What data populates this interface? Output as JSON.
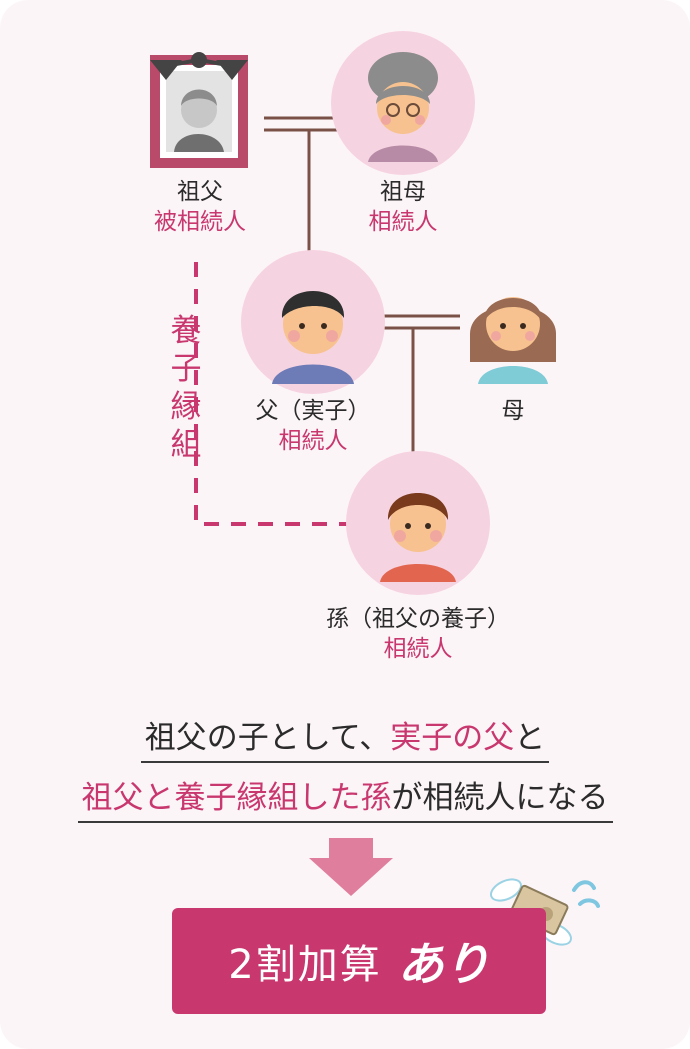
{
  "people": {
    "grandfather": {
      "name": "祖父",
      "role": "被相続人"
    },
    "grandmother": {
      "name": "祖母",
      "role": "相続人"
    },
    "father": {
      "name": "父（実子）",
      "role": "相続人"
    },
    "mother": {
      "name": "母",
      "role": ""
    },
    "grandchild": {
      "name": "孫（祖父の養子）",
      "role": "相続人"
    }
  },
  "adoption_label_chars": [
    "養",
    "子",
    "縁",
    "組"
  ],
  "sentence": {
    "line1": {
      "part1": "祖父の子として、",
      "highlight": "実子の父",
      "part2": "と"
    },
    "line2": {
      "highlight": "祖父と養子縁組した孫",
      "part2": "が相続人になる"
    }
  },
  "result": {
    "text": "2割加算",
    "emphasis": "あり"
  },
  "colors": {
    "accent": "#c8386f",
    "background": "#fcf5f7",
    "circle": "#f6d3e1",
    "line": "#7a5147",
    "arrow": "#e07e9e"
  }
}
